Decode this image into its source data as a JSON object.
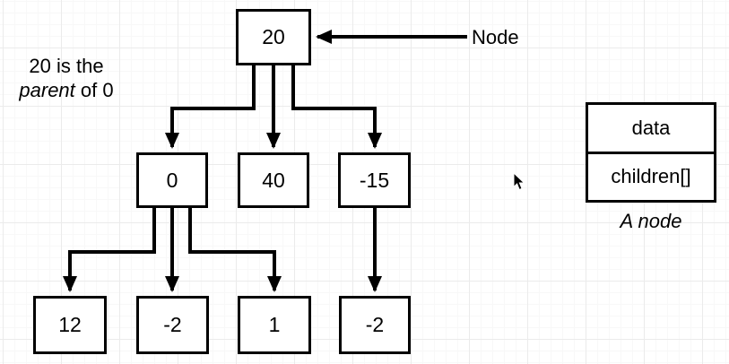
{
  "colors": {
    "stroke": "#000000",
    "shape_fill": "#ffffff",
    "grid_major": "#ebebeb",
    "grid_minor": "#f8f8f8",
    "background": "#ffffff"
  },
  "tree": {
    "root": {
      "label": "20"
    },
    "level1": [
      {
        "label": "0"
      },
      {
        "label": "40"
      },
      {
        "label": "-15"
      }
    ],
    "level2": [
      {
        "label": "12"
      },
      {
        "label": "-2"
      },
      {
        "label": "1"
      },
      {
        "label": "-2"
      }
    ]
  },
  "annotations": {
    "node_arrow_label": "Node",
    "parent_note": {
      "line1": "20 is the",
      "italic_word": "parent",
      "line2_rest": " of 0"
    },
    "struct_caption": "A node"
  },
  "struct_box": {
    "row1": "data",
    "row2": "children[]"
  },
  "cursor": {
    "type": "arrow-pointer"
  }
}
